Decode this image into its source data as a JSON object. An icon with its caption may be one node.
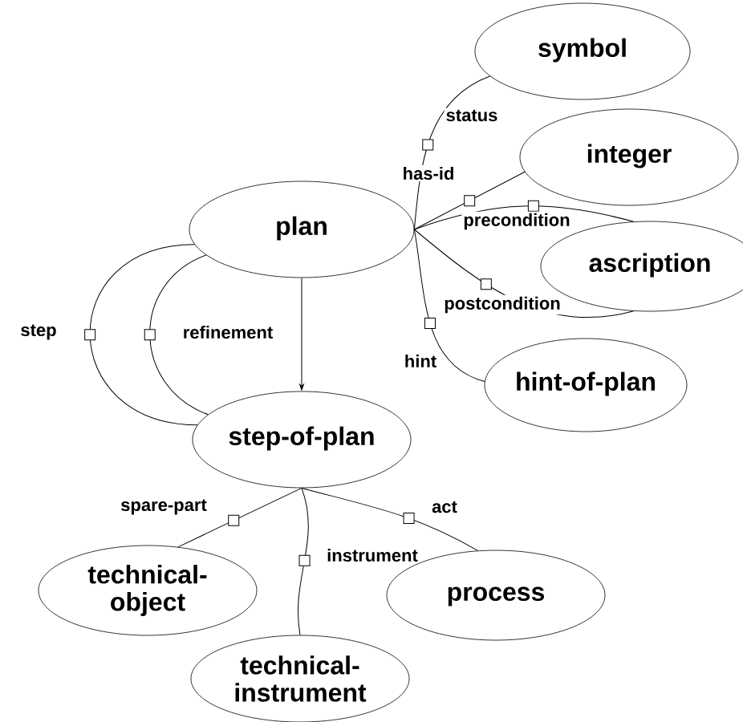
{
  "diagram": {
    "nodes": [
      {
        "text": [
          "symbol"
        ]
      },
      {
        "text": [
          "plan"
        ]
      },
      {
        "text": [
          "integer"
        ]
      },
      {
        "text": [
          "ascription"
        ]
      },
      {
        "text": [
          "hint-of-plan"
        ]
      },
      {
        "text": [
          "step-of-plan"
        ]
      },
      {
        "text": [
          "technical- object"
        ]
      },
      {
        "text": [
          "process"
        ]
      },
      {
        "text": [
          "technical- instrument"
        ]
      }
    ],
    "edges": [
      {
        "from": 1,
        "to": 0,
        "arrow": "none",
        "label": "status"
      },
      {
        "from": 1,
        "to": 2,
        "arrow": "none",
        "label": "has-id"
      },
      {
        "from": 1,
        "to": 3,
        "arrow": "none",
        "label": "precondition"
      },
      {
        "from": 1,
        "to": 3,
        "arrow": "none",
        "label": "postcondition"
      },
      {
        "from": 1,
        "to": 4,
        "arrow": "none",
        "label": "hint"
      },
      {
        "from": 1,
        "to": 5,
        "arrow": "none",
        "label": "step"
      },
      {
        "from": 1,
        "to": 5,
        "arrow": "none",
        "label": "refinement"
      },
      {
        "from": 1,
        "to": 5,
        "arrow": "to"
      },
      {
        "from": 5,
        "to": 6,
        "arrow": "none",
        "label": "spare-part"
      },
      {
        "from": 5,
        "to": 8,
        "arrow": "none",
        "label": "instrument"
      },
      {
        "from": 5,
        "to": 7,
        "arrow": "none",
        "label": "act"
      }
    ]
  }
}
